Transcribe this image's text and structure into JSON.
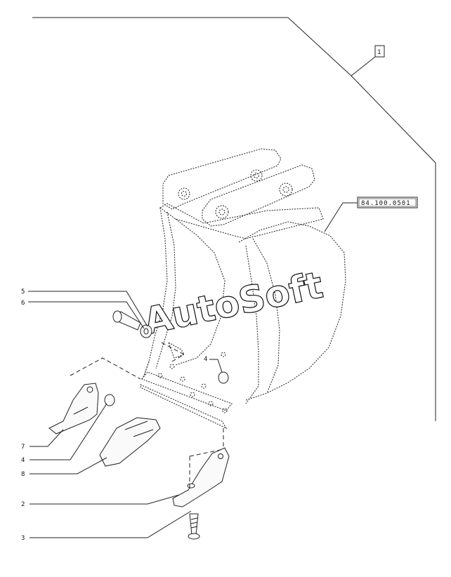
{
  "watermark": "AutoSoft",
  "reference_box": "84.100.0501",
  "assembly_tag": "1",
  "callouts": [
    "5",
    "6",
    "4",
    "7",
    "4",
    "8",
    "2",
    "3"
  ]
}
